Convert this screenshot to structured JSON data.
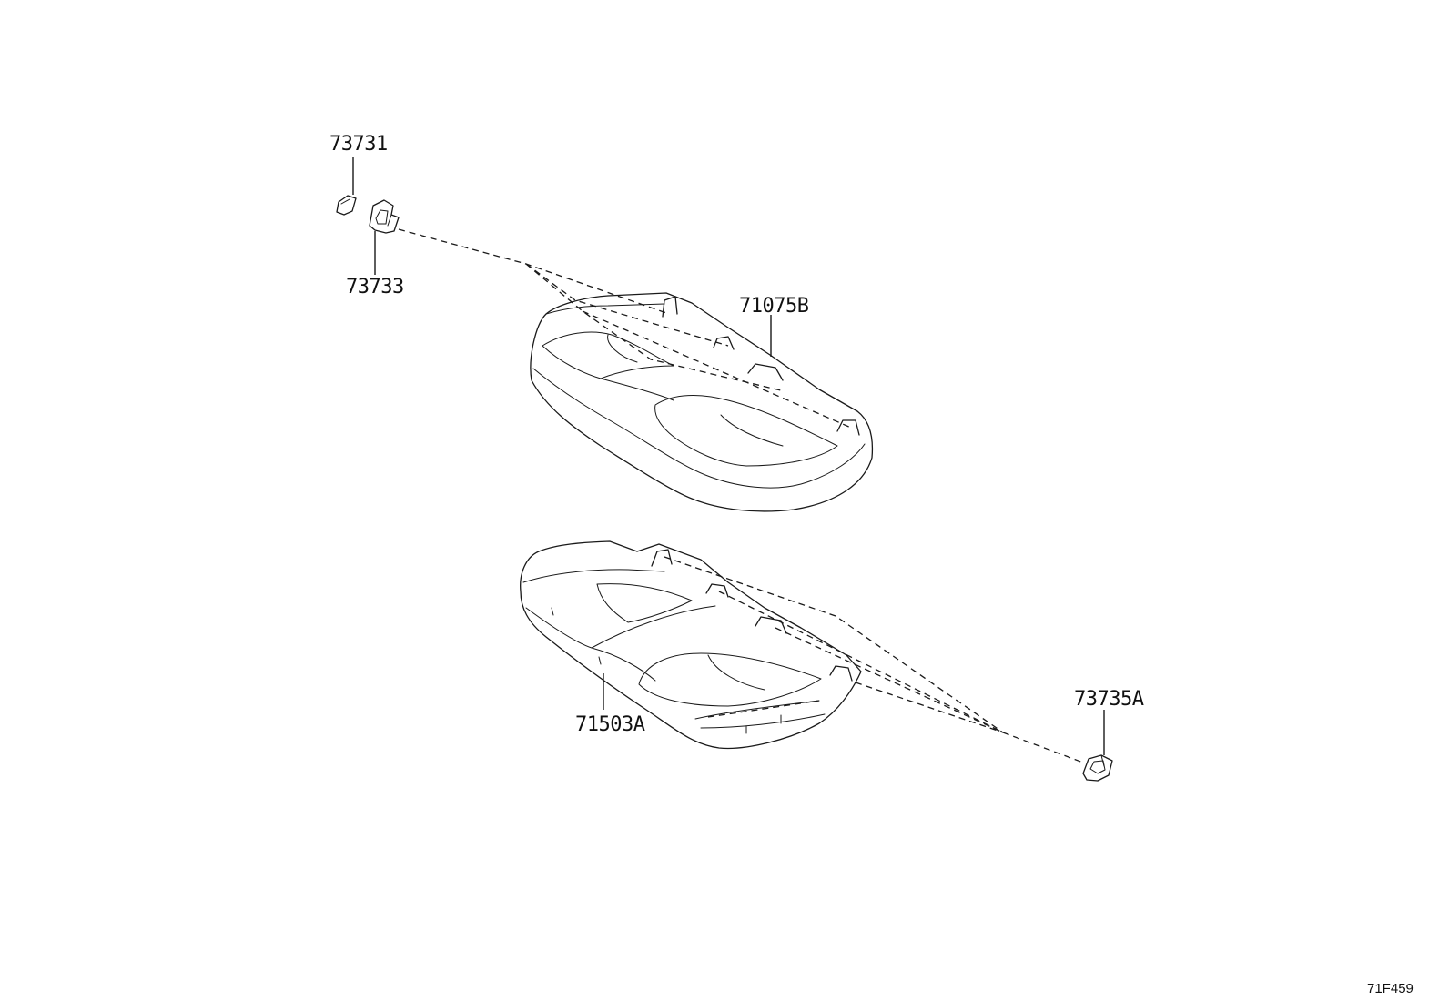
{
  "parts": [
    {
      "id": "73731",
      "label": "73731"
    },
    {
      "id": "73733",
      "label": "73733"
    },
    {
      "id": "71075B",
      "label": "71075B"
    },
    {
      "id": "71503A",
      "label": "71503A"
    },
    {
      "id": "73735A",
      "label": "73735A"
    }
  ],
  "diagram_code": "71F459"
}
